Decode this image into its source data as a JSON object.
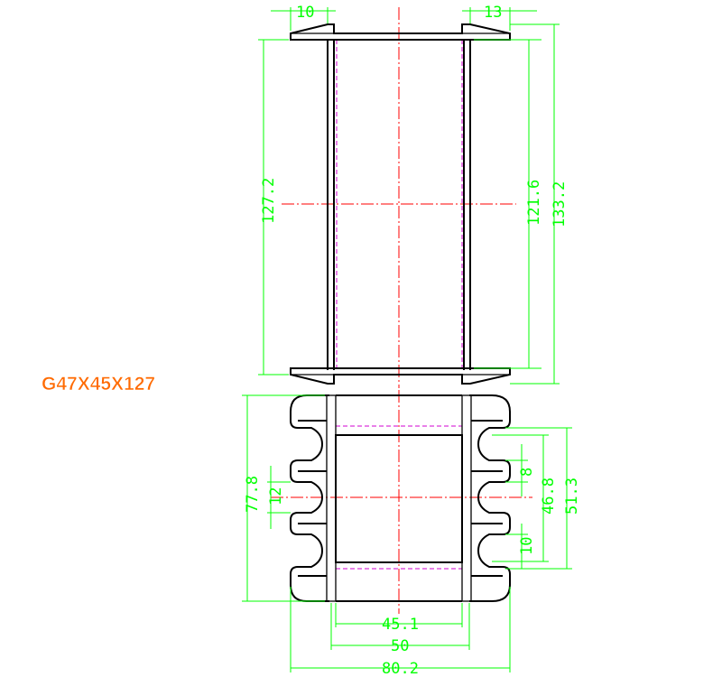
{
  "title": "G47X45X127",
  "dimensions": {
    "top_left_flange": "10",
    "top_right_flange": "13",
    "inner_height": "127.2",
    "right_inner_height": "121.6",
    "overall_height": "133.2",
    "bottom_total_height": "77.8",
    "slot_pitch": "12",
    "slot_depth": "8",
    "slot_span": "46.8",
    "outer_span": "51.3",
    "slot_width": "10",
    "inner_width": "45.1",
    "core_width": "50",
    "overall_width": "80.2"
  },
  "colors": {
    "outline": "#000000",
    "dimension": "#00ff00",
    "centerline": "#ff0000",
    "hidden": "#d000d0",
    "title": "#ff6a00"
  }
}
